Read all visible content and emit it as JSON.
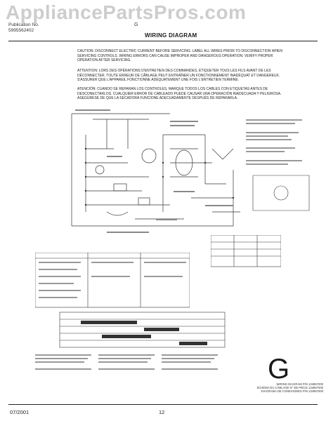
{
  "watermark": "AppliancePartsPros.com",
  "header": {
    "publication_label": "Publication No.",
    "publication_number": "5995562402",
    "model_fragment": "G",
    "title": "WIRING DIAGRAM"
  },
  "warnings": [
    "CAUTION: DISCONNECT ELECTRIC CURRENT BEFORE SERVICING. LABEL ALL WIRES PRIOR TO DISCONNECTION WHEN SERVICING CONTROLS. WIRING ERRORS CAN CAUSE IMPROPER AND DANGEROUS OPERATION. VERIFY PROPER OPERATION AFTER SERVICING.",
    "ATTENTION: LORS DES OPÉRATIONS D'ENTRETIEN DES COMMANDES, ÉTIQUETER TOUS LES FILS AVANT DE LES DÉCONNECTER. TOUTE ERREUR DE CÂBLAGE PEUT ENTRAÎNER UN FONCTIONNEMENT INADÉQUAT ET DANGEREUX. S'ASSURER QUE L'APPAREIL FONCTIONNE ADÉQUATEMENT UNE FOIS L'ENTRETIEN TERMINÉ.",
    "ATENCIÓN: CUANDO SE REPARAN LOS CONTROLES, MARQUE TODOS LOS CABLES CON ETIQUETAS ANTES DE DESCONECTARLOS. CUALQUIER ERROR DE CABLEADO PUEDE CAUSAR UNA OPERACIÓN INADECUADA Y PELIGROSA. ASEGÚRESE DE QUE LA SECADORA FUNCIONE ADECUADAMENTE DESPUÉS DE REPARARLA."
  ],
  "big_letter": "G",
  "captions": [
    "WIRING DIAGRAM P/N 134857000",
    "SCHÉMA DU CÂBLAGE N° DE PIÈCE 134857000",
    "DIAGRAMA DE CONEXIONES P/N 134857000"
  ],
  "footer": {
    "date": "07/2001",
    "page": "12"
  }
}
